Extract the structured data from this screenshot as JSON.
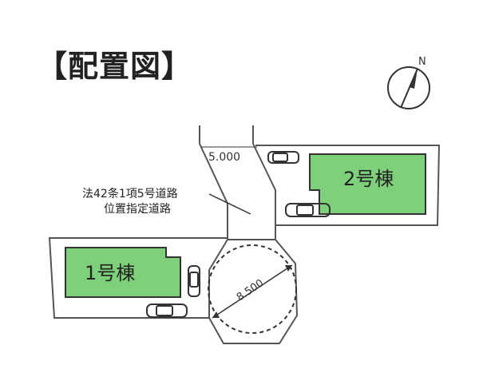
{
  "title": "【配置図】",
  "compass": {
    "label": "N"
  },
  "buildings": [
    {
      "label": "1号棟",
      "color": "#7ed07a"
    },
    {
      "label": "2号棟",
      "color": "#7ed07a"
    }
  ],
  "road": {
    "label_line1": "法42条1項5号道路",
    "label_line2": "位置指定道路",
    "width_label": "5.000",
    "turnaround_label": "8.500"
  },
  "colors": {
    "line": "#333333",
    "building": "#7ed07a",
    "background": "#ffffff"
  }
}
